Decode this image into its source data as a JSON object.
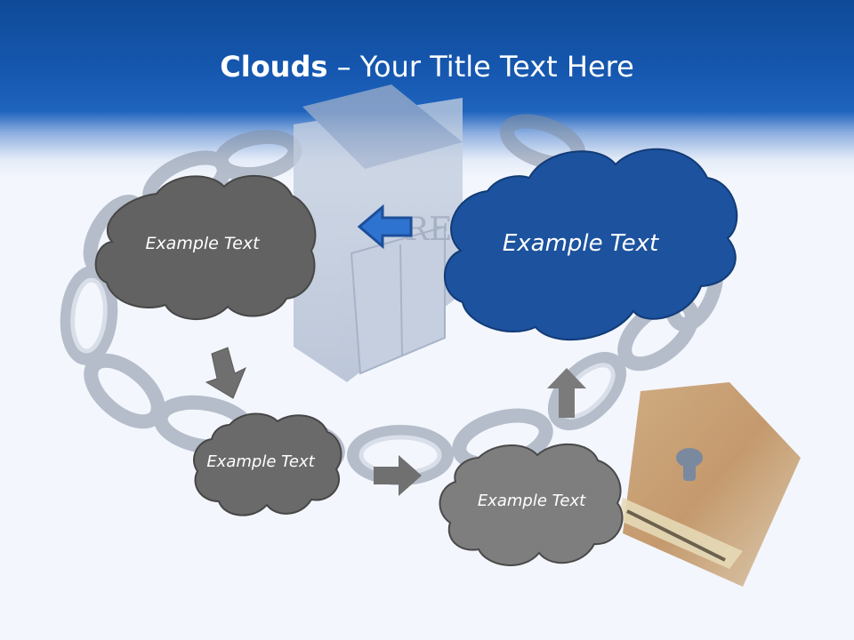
{
  "slide": {
    "title_bold": "Clouds",
    "title_rest": " – Your Title Text Here"
  },
  "clouds": {
    "top_left": "Example Text",
    "top_right": "Example Text",
    "bottom_left": "Example Text",
    "bottom_right": "Example Text"
  },
  "background": {
    "house_sign": "REAL"
  },
  "colors": {
    "banner": "#1658b0",
    "blue_cloud": "#1c529e",
    "dark_cloud": "#616161",
    "mid_cloud": "#7b7b7b",
    "arrow_blue": "#2f73d0",
    "arrow_gray": "#6f6f6f"
  }
}
